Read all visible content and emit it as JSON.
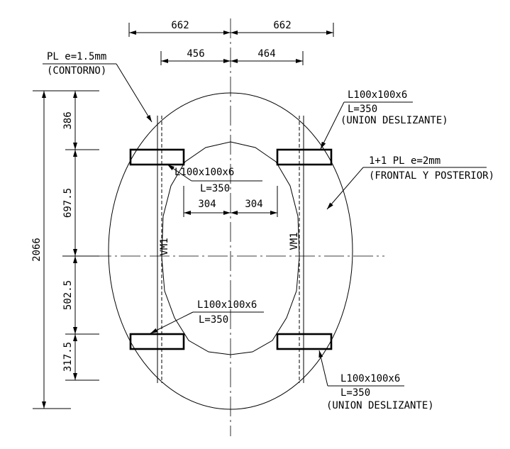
{
  "dimensions": {
    "top_left_outer": "662",
    "top_right_outer": "662",
    "top_left_inner": "456",
    "top_right_inner": "464",
    "mid_left": "304",
    "mid_right": "304",
    "overall_height": "2066",
    "seg_386": "386",
    "seg_697": "697.5",
    "seg_502": "502.5",
    "seg_317": "317.5"
  },
  "labels": {
    "contour_line1": "PL e=1.5mm",
    "contour_line2": "(CONTORNO)",
    "tr_angle_line1": "L100x100x6",
    "tr_angle_line2": "L=350",
    "tr_angle_line3": "(UNION DESLIZANTE)",
    "plate_line1": "1+1 PL e=2mm",
    "plate_line2": "(FRONTAL Y POSTERIOR)",
    "tl_angle_line1": "L100x100x6",
    "tl_angle_line2": "L=350",
    "bl_angle_line1": "L100x100x6",
    "bl_angle_line2": "L=350",
    "br_angle_line1": "L100x100x6",
    "br_angle_line2": "L=350",
    "br_angle_line3": "(UNION DESLIZANTE)",
    "vm_left": "VM1",
    "vm_right": "VM1"
  }
}
